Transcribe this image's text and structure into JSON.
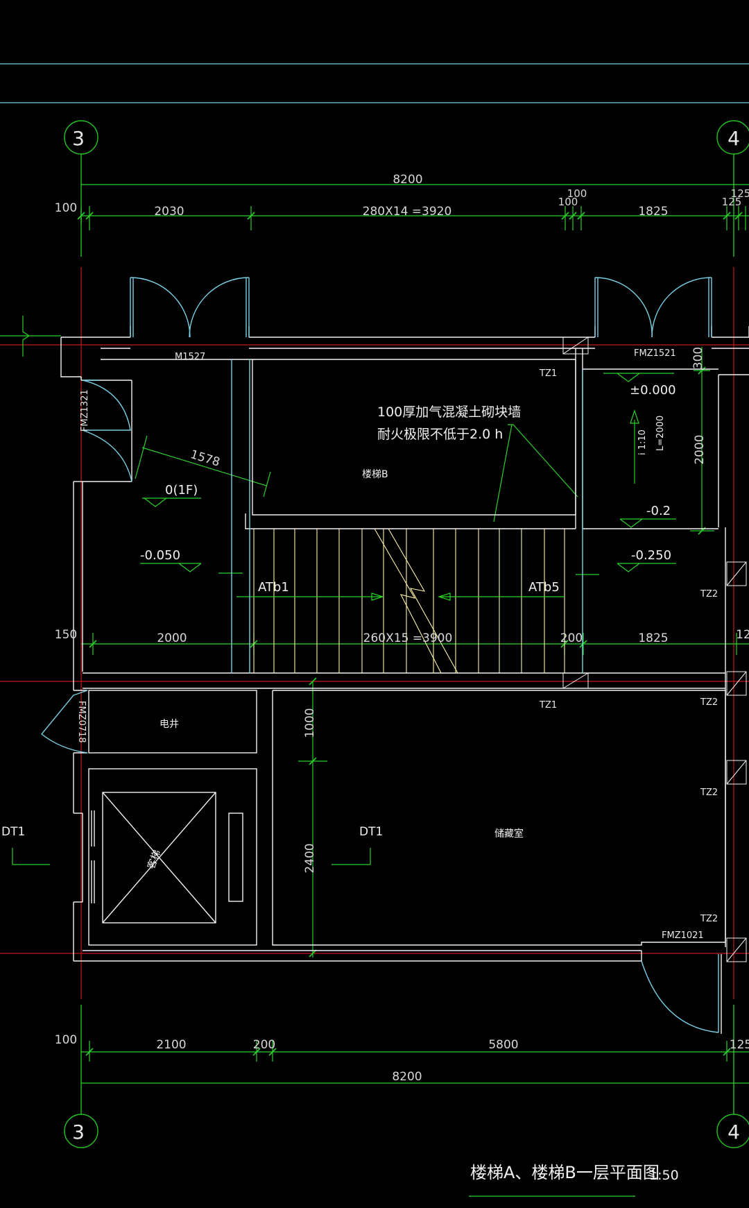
{
  "colors": {
    "background": "#000000",
    "wall": "#ffffff",
    "door": "#7ad1e6",
    "dimension": "#2bd12b",
    "axis_red": "#c41b1b",
    "axis_bubble": "#23c423",
    "stair": "#fff3a8",
    "text": "#ffffff"
  },
  "grid_axes": {
    "left": "3",
    "right": "4"
  },
  "dimensions": {
    "top_total": "8200",
    "top_100_left": "100",
    "top_2030": "2030",
    "top_treads": "280X14 =3920",
    "top_100a": "100",
    "top_100b": "100",
    "top_1825": "1825",
    "top_125a": "125",
    "top_125b": "125",
    "mid_150": "150",
    "mid_2000": "2000",
    "mid_treads": "260X15 =3900",
    "mid_200": "200",
    "mid_1825": "1825",
    "mid_12": "12",
    "bottom_100": "100",
    "bottom_2100": "2100",
    "bottom_200": "200",
    "bottom_5800": "5800",
    "bottom_125": "125",
    "bottom_total": "8200",
    "diag_1578": "1578",
    "vert_300": "300",
    "vert_2000": "2000",
    "vert_1000": "1000",
    "vert_2400": "2400"
  },
  "labels": {
    "door_m1527": "M1527",
    "door_fmz1521": "FMZ1521",
    "door_fmz1321": "FMZ1321",
    "door_fmz0718": "FMZ0718",
    "door_fmz1021": "FMZ1021",
    "col_tz1_top": "TZ1",
    "col_tz1_mid": "TZ1",
    "col_tz2_a": "TZ2",
    "col_tz2_b": "TZ2",
    "col_tz2_c": "TZ2",
    "col_tz2_d": "TZ2",
    "wall_note_line1": "100厚加气混凝土砌块墙",
    "wall_note_line2": "耐火极限不低于2.0 h",
    "stair_b": "楼梯B",
    "ramp_slope": "i 1:10",
    "ramp_length": "L=2000",
    "level_000": "±0.000",
    "level_0_1f": "0(1F)",
    "level_0050": "-0.050",
    "level_02": "-0.2",
    "level_0250": "-0.250",
    "atb1": "ATb1",
    "atb5": "ATb5",
    "shaft": "电井",
    "elevator": "客梯",
    "storage": "储藏室",
    "dt1_left": "DT1",
    "dt1_right": "DT1"
  },
  "title": {
    "text": "楼梯A、楼梯B一层平面图",
    "scale": "1:50"
  }
}
